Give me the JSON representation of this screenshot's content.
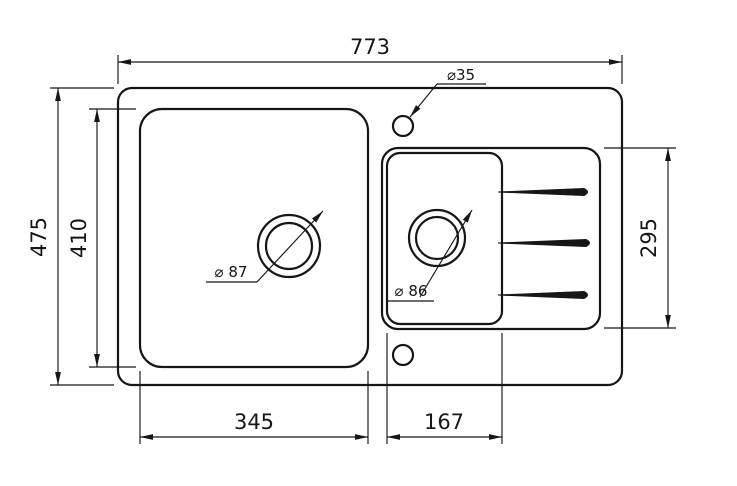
{
  "drawing": {
    "type": "technical-dimension-drawing",
    "subject": "kitchen sink top view with main bowl, half bowl and drainer grooves",
    "line_color": "#161616",
    "background_color": "#ffffff",
    "dimensions": {
      "overall_width": "773",
      "overall_height": "475",
      "main_bowl_height": "410",
      "right_section_height": "295",
      "main_bowl_width": "345",
      "half_bowl_width": "167",
      "tap_hole_diameter": "⌀35",
      "main_drain_diameter": "⌀ 87",
      "half_drain_diameter": "⌀ 86"
    }
  }
}
